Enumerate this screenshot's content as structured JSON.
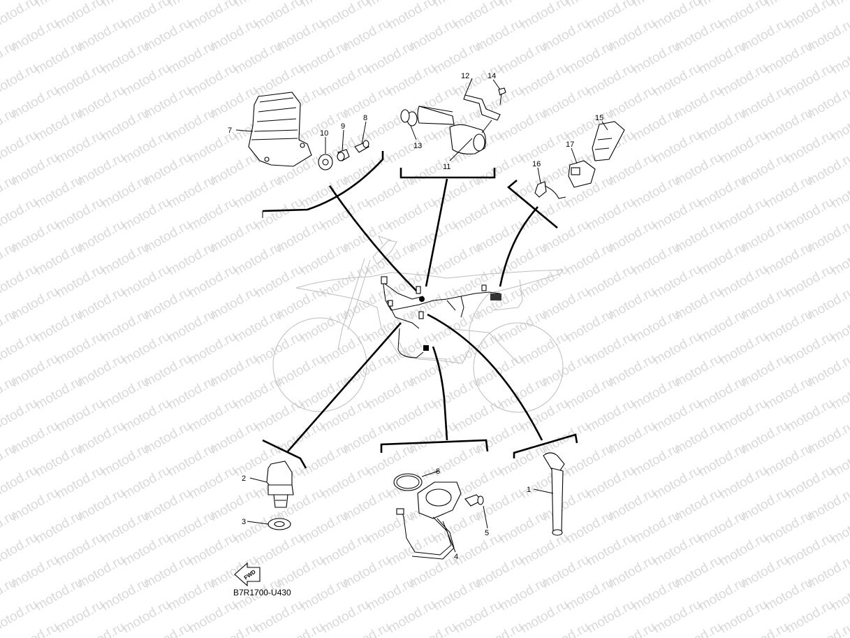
{
  "watermark": "motod.ru",
  "diagram_code": "B7R1700-U430",
  "fwd_label": "FWD",
  "callouts": {
    "c1": "1",
    "c2": "2",
    "c3": "3",
    "c4": "4",
    "c5": "5",
    "c6": "6",
    "c7": "7",
    "c8": "8",
    "c9": "9",
    "c10": "10",
    "c11": "11",
    "c12": "12",
    "c13": "13",
    "c14": "14",
    "c15": "15",
    "c16": "16",
    "c17": "17"
  }
}
